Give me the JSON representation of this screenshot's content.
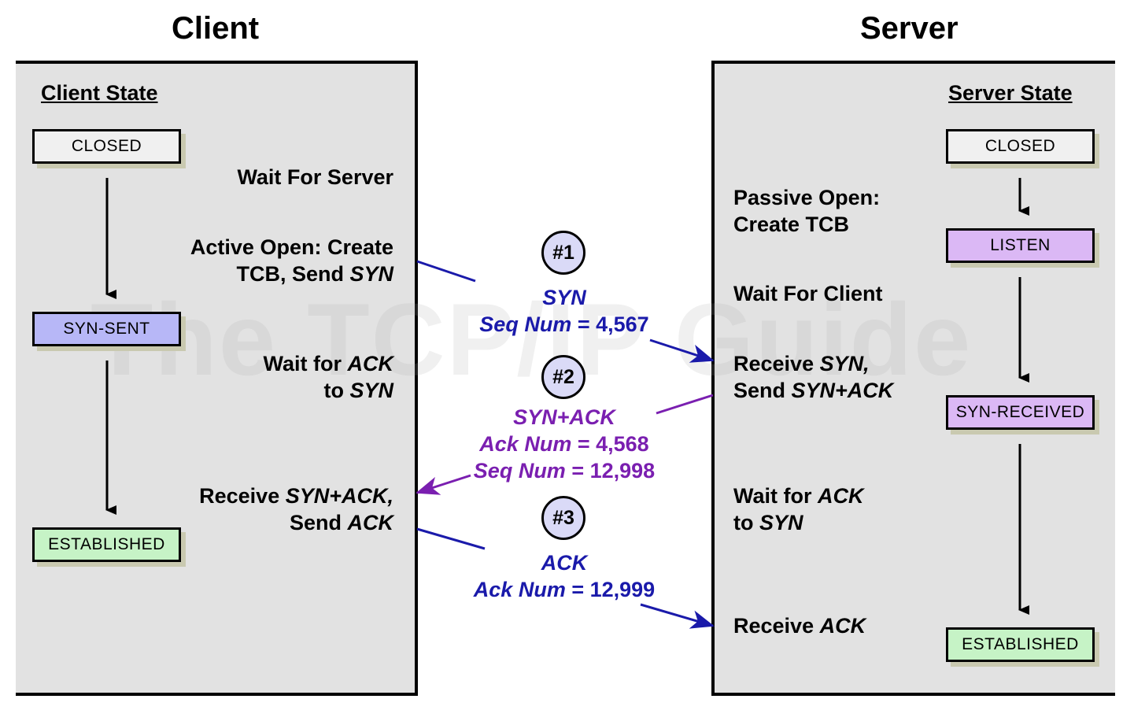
{
  "client": {
    "title": "Client",
    "state_header": "Client State",
    "states": {
      "closed": "CLOSED",
      "syn_sent": "SYN-SENT",
      "established": "ESTABLISHED"
    },
    "labels": {
      "wait_server": "Wait For Server",
      "active_open_1": "Active Open: Create",
      "active_open_2a": "TCB, Send ",
      "active_open_2b": "SYN",
      "wait_ack_1a": "Wait for ",
      "wait_ack_1b": "ACK",
      "wait_ack_2a": "to ",
      "wait_ack_2b": "SYN",
      "recv_synack_1a": "Receive ",
      "recv_synack_1b": "SYN+ACK,",
      "recv_synack_2a": "Send ",
      "recv_synack_2b": "ACK"
    }
  },
  "server": {
    "title": "Server",
    "state_header": "Server State",
    "states": {
      "closed": "CLOSED",
      "listen": "LISTEN",
      "syn_received": "SYN-RECEIVED",
      "established": "ESTABLISHED"
    },
    "labels": {
      "passive_open_1": "Passive Open:",
      "passive_open_2": "Create TCB",
      "wait_client": "Wait For Client",
      "recv_syn_1a": "Receive ",
      "recv_syn_1b": "SYN,",
      "recv_syn_2a": "Send ",
      "recv_syn_2b": "SYN+ACK",
      "wait_ack_1a": "Wait for ",
      "wait_ack_1b": "ACK",
      "wait_ack_2a": "to ",
      "wait_ack_2b": "SYN",
      "recv_ack_a": "Receive ",
      "recv_ack_b": "ACK"
    }
  },
  "packets": [
    {
      "badge": "#1",
      "name": "SYN",
      "fields": [
        {
          "label": "Seq Num",
          "value": "= 4,567"
        }
      ],
      "color": "#1a1aaa"
    },
    {
      "badge": "#2",
      "name": "SYN+ACK",
      "fields": [
        {
          "label": "Ack Num",
          "value": "= 4,568"
        },
        {
          "label": "Seq Num",
          "value": "= 12,998"
        }
      ],
      "color": "#7a1fb0"
    },
    {
      "badge": "#3",
      "name": "ACK",
      "fields": [
        {
          "label": "Ack Num",
          "value": "= 12,999"
        }
      ],
      "color": "#1a1aaa"
    }
  ],
  "state_colors": {
    "closed": "#f0f0f0",
    "syn_sent": "#b7b7f7",
    "established": "#c6f3c6",
    "listen": "#dbb8f5",
    "syn_received": "#dbb8f5"
  },
  "watermark": "The TCP/IP Guide"
}
